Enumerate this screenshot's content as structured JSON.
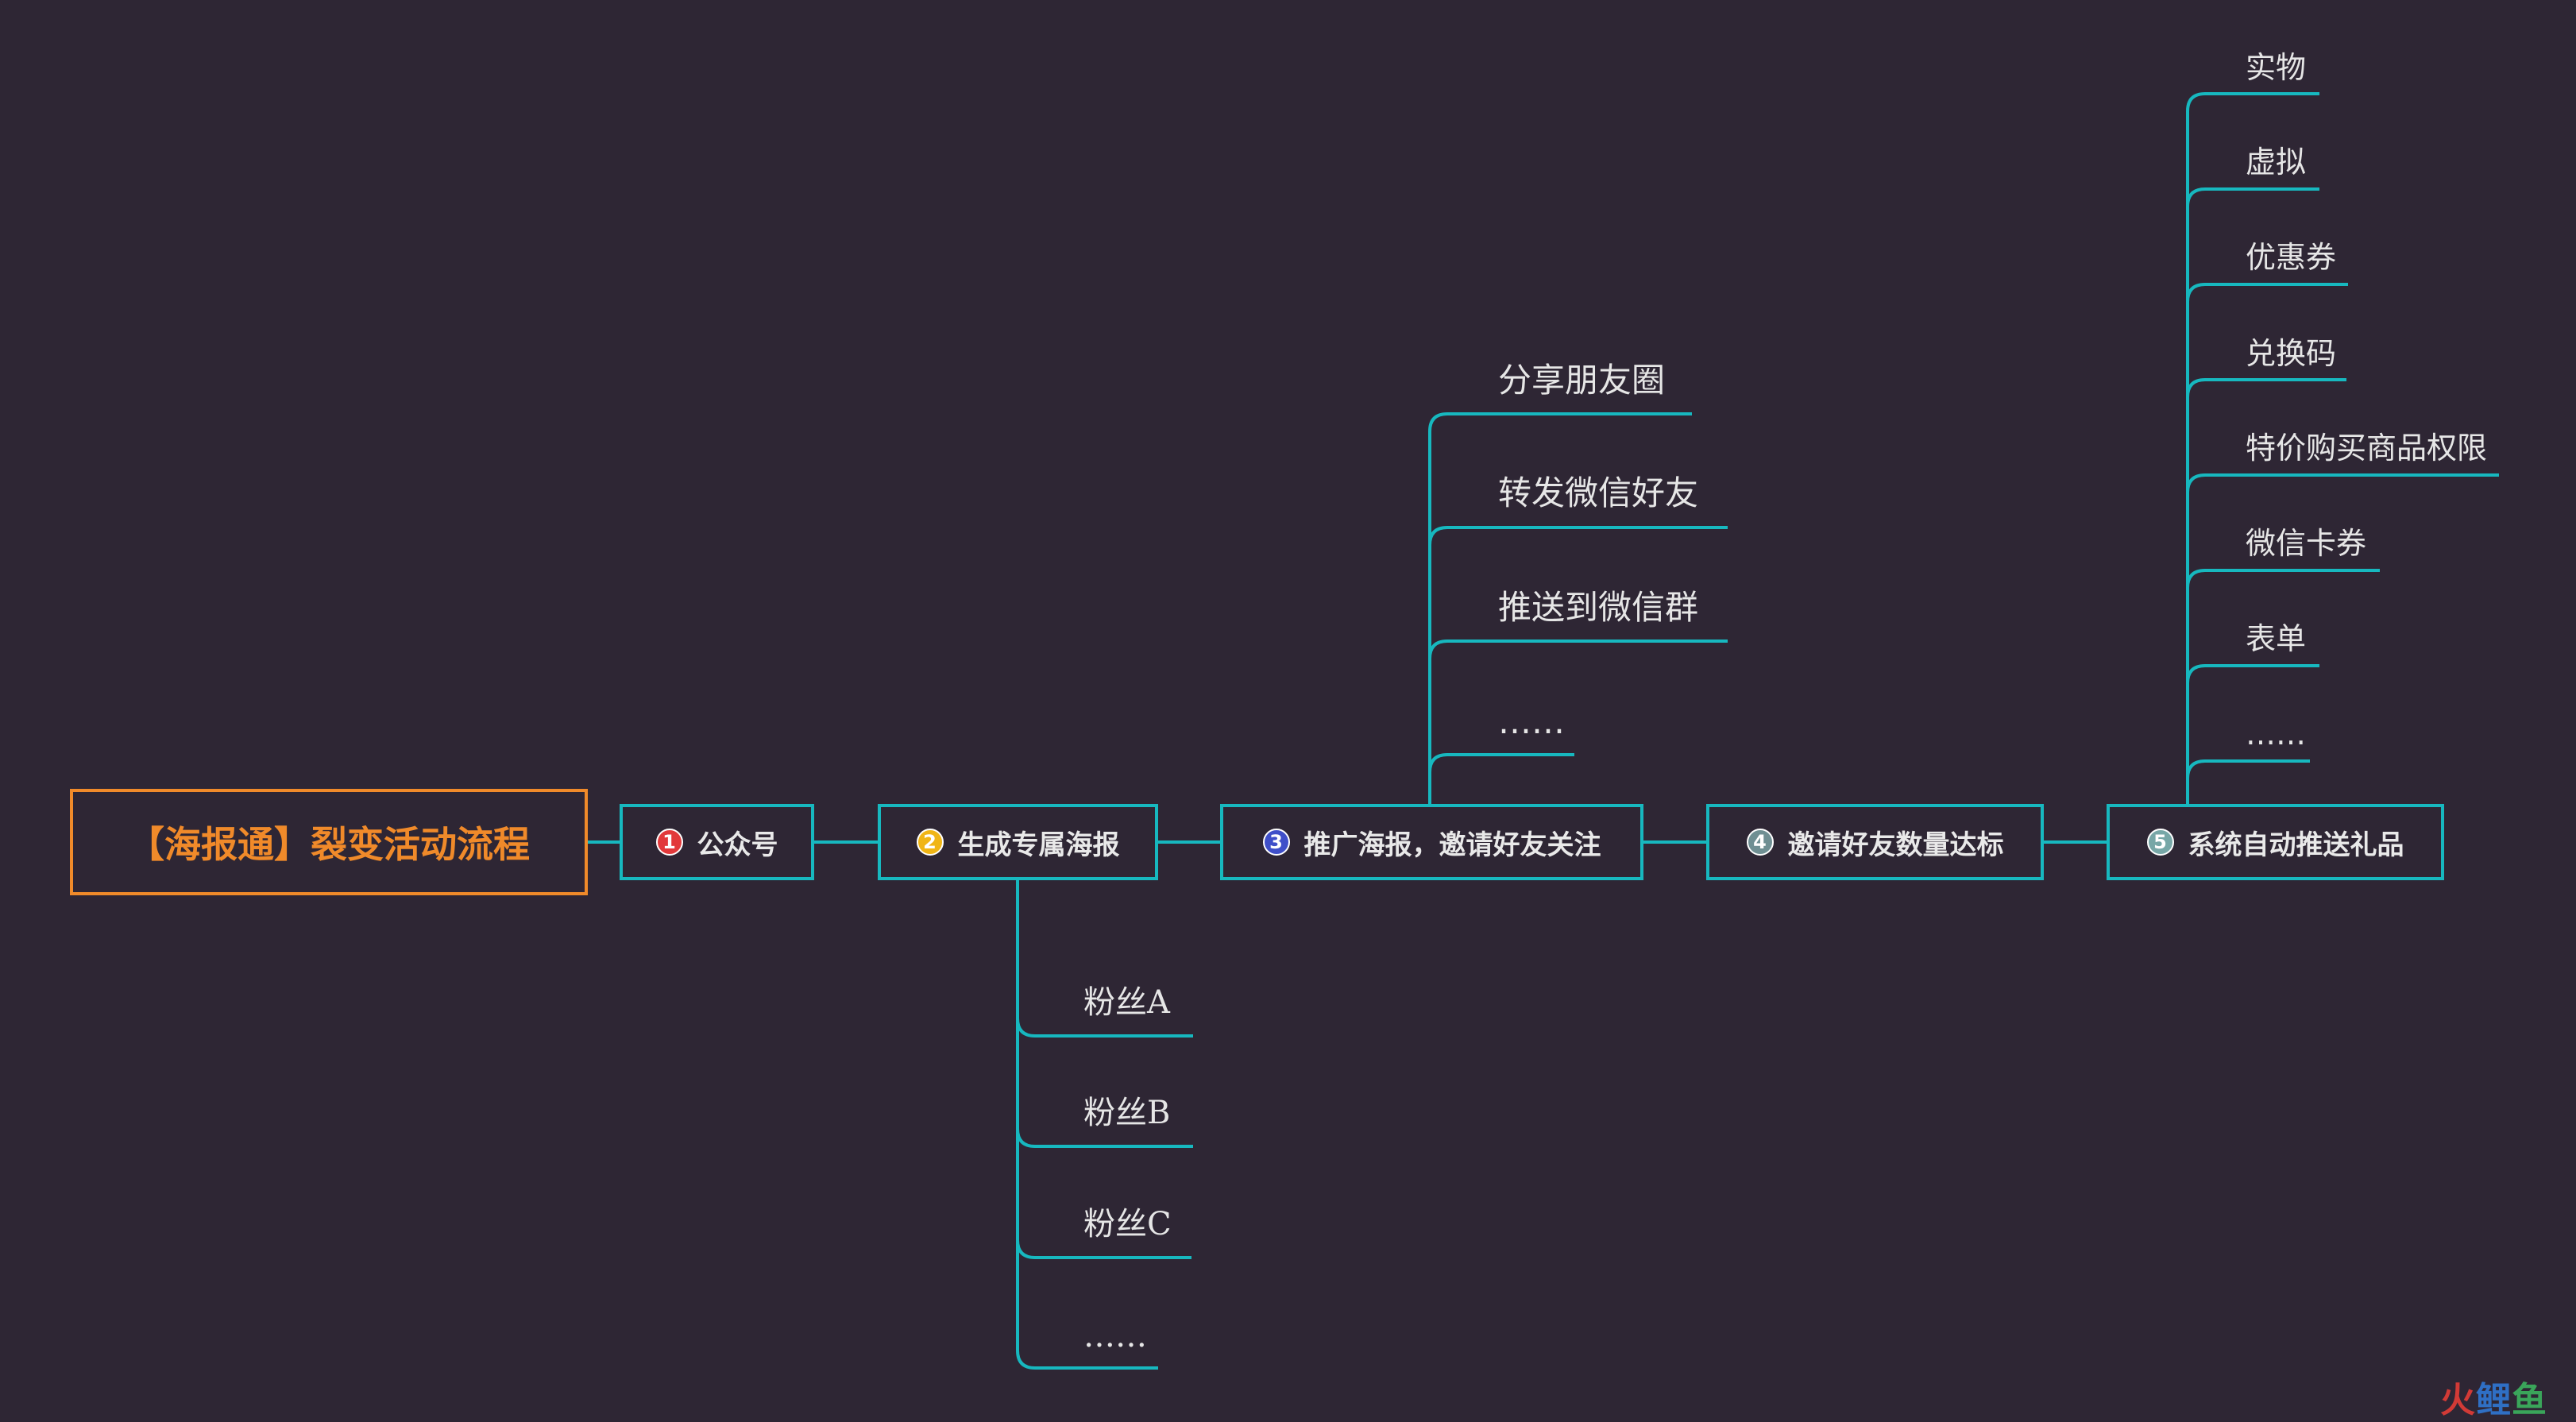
{
  "root": {
    "title": "【海报通】裂变活动流程"
  },
  "steps": [
    {
      "num": "1",
      "label": "公众号",
      "num_color": "#e2393b"
    },
    {
      "num": "2",
      "label": "生成专属海报",
      "num_color": "#f0b515"
    },
    {
      "num": "3",
      "label": "推广海报，邀请好友关注",
      "num_color": "#3f4fc9"
    },
    {
      "num": "4",
      "label": "邀请好友数量达标",
      "num_color": "#6f8f93"
    },
    {
      "num": "5",
      "label": "系统自动推送礼品",
      "num_color": "#77a7a7"
    }
  ],
  "step2_children": [
    "粉丝A",
    "粉丝B",
    "粉丝C",
    "……"
  ],
  "step3_children": [
    "分享朋友圈",
    "转发微信好友",
    "推送到微信群",
    "……"
  ],
  "step5_children": [
    "实物",
    "虚拟",
    "优惠券",
    "兑换码",
    "特价购买商品权限",
    "微信卡券",
    "表单",
    "……"
  ],
  "watermark": {
    "part1": "火",
    "part2": "鲤",
    "part3": "鱼"
  },
  "colors": {
    "background": "#2e2634",
    "line": "#17b8bf",
    "root_accent": "#f08a2a"
  }
}
